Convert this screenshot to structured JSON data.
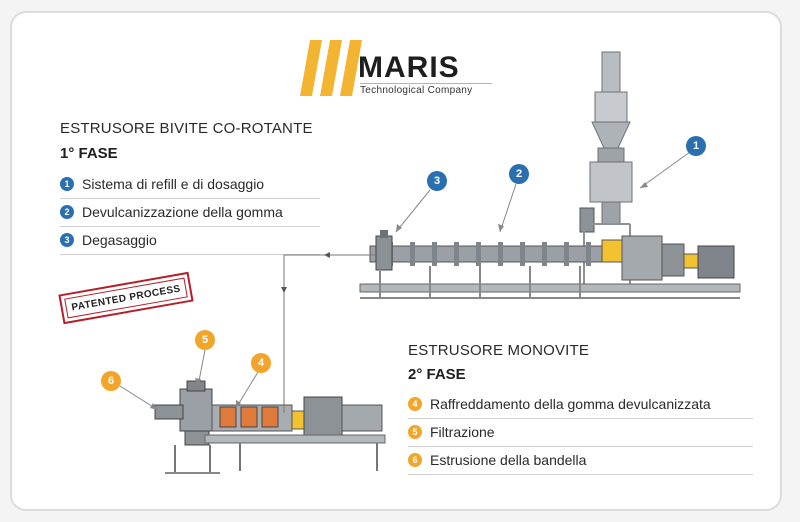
{
  "brand": {
    "name": "MARIS",
    "tagline": "Technological Company",
    "accent_color": "#f2b431"
  },
  "stamp": {
    "text": "PATENTED PROCESS",
    "color": "#b4202a"
  },
  "section_twin": {
    "title": "ESTRUSORE BIVITE CO-ROTANTE",
    "phase": "1° FASE",
    "items": [
      {
        "num": "1",
        "label": "Sistema di refill e di dosaggio"
      },
      {
        "num": "2",
        "label": "Devulcanizzazione della gomma"
      },
      {
        "num": "3",
        "label": "Degasaggio"
      }
    ],
    "badge_color": "#2a6fb0"
  },
  "section_single": {
    "title": "ESTRUSORE MONOVITE",
    "phase": "2° FASE",
    "items": [
      {
        "num": "4",
        "label": "Raffreddamento della gomma devulcanizzata"
      },
      {
        "num": "5",
        "label": "Filtrazione"
      },
      {
        "num": "6",
        "label": "Estrusione della bandella"
      }
    ],
    "badge_color": "#f2a52b"
  },
  "callouts": {
    "c1": "1",
    "c2": "2",
    "c3": "3",
    "c4": "4",
    "c5": "5",
    "c6": "6"
  }
}
